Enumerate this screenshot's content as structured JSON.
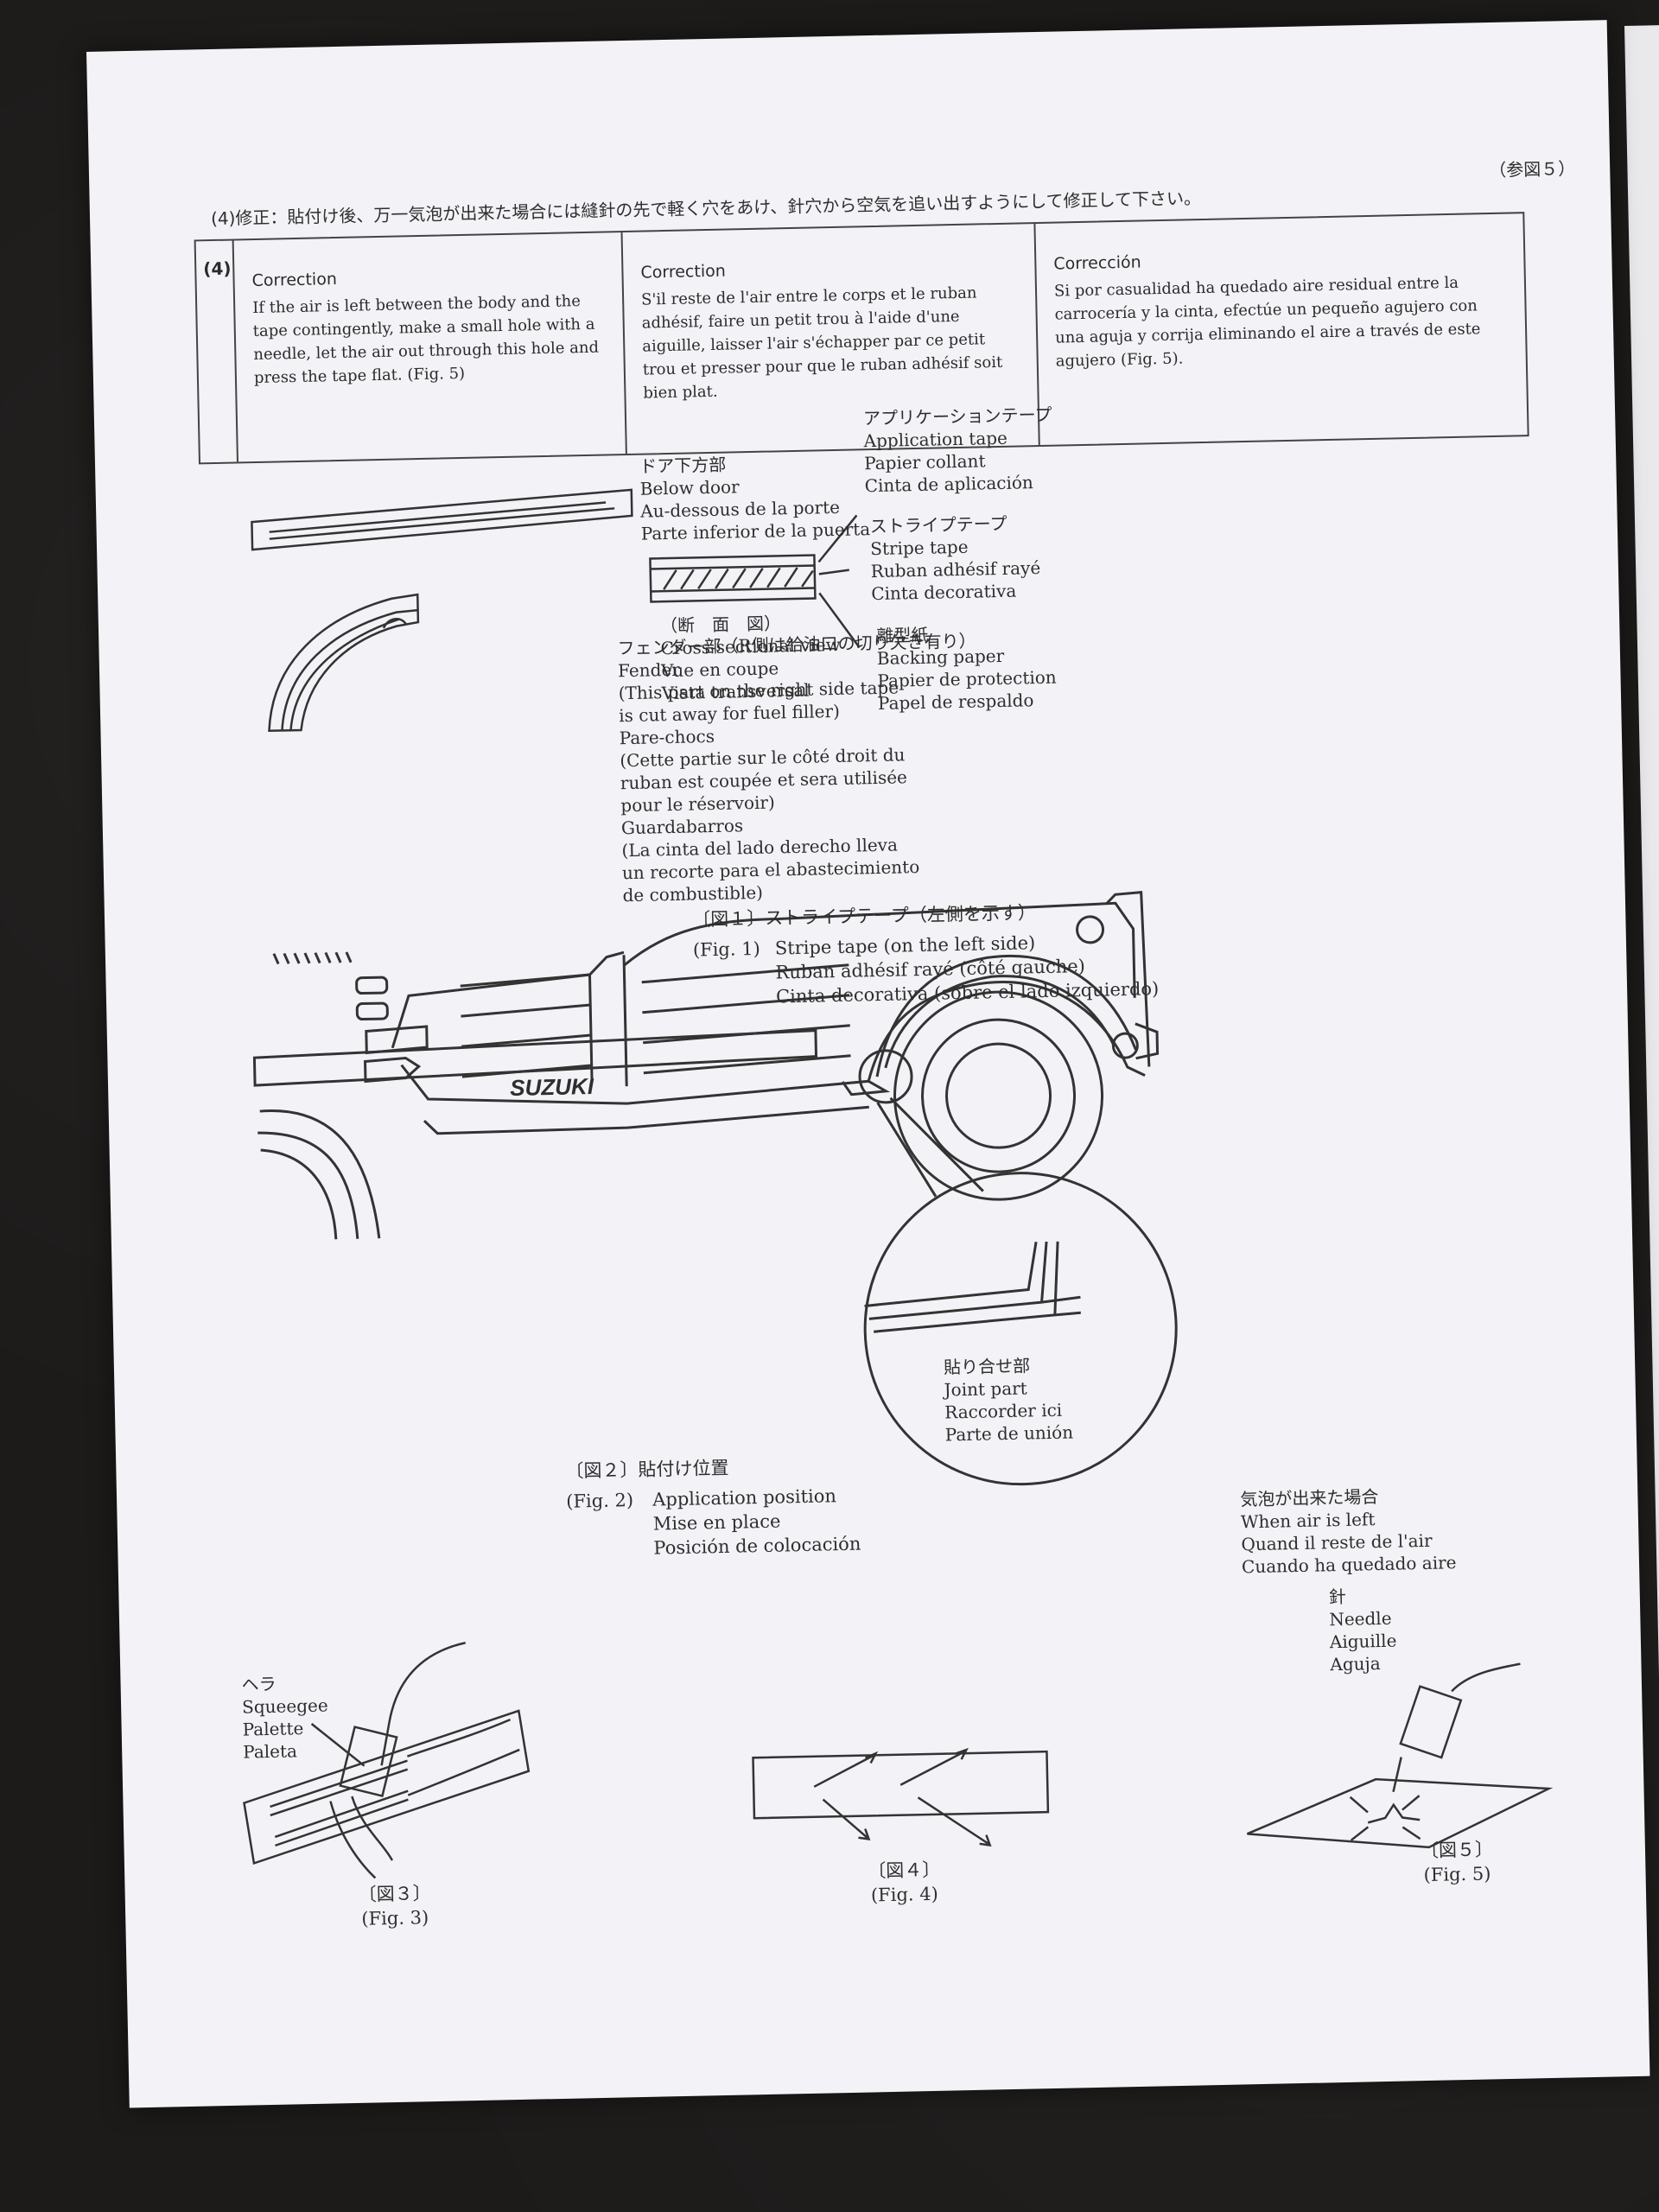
{
  "intro_jp": "(4)修正：貼付け後、万一気泡が出来た場合には縫針の先で軽く穴をあけ、針穴から空気を追い出すようにして修正して下さい。",
  "intro_ref": "（参図５）",
  "correction": {
    "number": "(4)",
    "english": {
      "heading": "Correction",
      "body": "If the air is left between the body and the tape contingently, make a small hole with a needle, let the air out through this hole and press the tape flat. (Fig. 5)"
    },
    "french": {
      "heading": "Correction",
      "body": "S'il reste de l'air entre le corps et le ruban adhésif, faire un petit trou à l'aide d'une aiguille, laisser l'air s'échapper par ce petit trou et presser pour que le ruban adhésif soit bien plat."
    },
    "spanish": {
      "heading": "Corrección",
      "body": "Si por casualidad ha quedado aire residual entre la carrocería y la cinta, efectúe un pequeño agujero con una aguja y corrija eliminando el aire a través de este agujero (Fig. 5)."
    }
  },
  "fig1": {
    "below_door": [
      "ドア下方部",
      "Below door",
      "Au-dessous de la porte",
      "Parte inferior de la puerta"
    ],
    "fender": [
      "フェンダー部（R側は給油口の切り欠き有り）",
      "Fender",
      "(This part on the right side tape",
      "is cut away for fuel filler)",
      "Pare-chocs",
      "(Cette partie sur le côté droit du",
      "ruban est coupée et sera utilisée",
      "pour le réservoir)",
      "Guardabarros",
      "(La cinta del lado derecho lleva",
      "un recorte para el abastecimiento",
      "de combustible)"
    ],
    "cross_section": [
      "（断　面　図）",
      "Cross-sectional view",
      "Vue en coupe",
      "Vista transversal"
    ],
    "application_tape": [
      "アプリケーションテープ",
      "Application tape",
      "Papier collant",
      "Cinta de aplicación"
    ],
    "stripe_tape": [
      "ストライプテープ",
      "Stripe tape",
      "Ruban adhésif rayé",
      "Cinta decorativa"
    ],
    "backing_paper": [
      "離型紙",
      "Backing paper",
      "Papier de protection",
      "Papel de respaldo"
    ],
    "caption_jp": "〔図１〕ストライプテープ（左側を示す）",
    "caption_no": "(Fig. 1)",
    "caption_lines": [
      "Stripe tape (on the left side)",
      "Ruban adhésif rayé (côté gauche)",
      "Cinta decorativa (sobre el lado izquierdo)"
    ]
  },
  "fig2": {
    "brand": "SUZUKI",
    "joint": [
      "貼り合せ部",
      "Joint part",
      "Raccorder ici",
      "Parte de unión"
    ],
    "caption_jp": "〔図２〕貼付け位置",
    "caption_no": "(Fig. 2)",
    "caption_lines": [
      "Application position",
      "Mise en place",
      "Posición de colocación"
    ]
  },
  "air_left": [
    "気泡が出来た場合",
    "When air is left",
    "Quand il reste de l'air",
    "Cuando ha quedado aire"
  ],
  "needle": [
    "針",
    "Needle",
    "Aiguille",
    "Aguja"
  ],
  "squeegee": [
    "ヘラ",
    "Squeegee",
    "Palette",
    "Paleta"
  ],
  "fig3": {
    "jp": "〔図３〕",
    "en": "(Fig. 3)"
  },
  "fig4": {
    "jp": "〔図４〕",
    "en": "(Fig. 4)"
  },
  "fig5": {
    "jp": "〔図５〕",
    "en": "(Fig. 5)"
  }
}
